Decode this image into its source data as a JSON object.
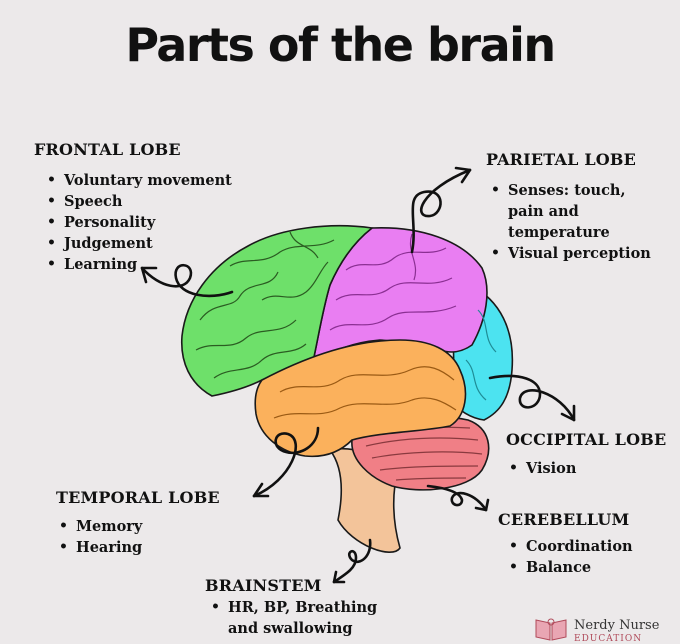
{
  "title": "Parts of the brain",
  "regions": {
    "frontal": {
      "name": "FRONTAL LOBE",
      "items": [
        "Voluntary movement",
        "Speech",
        "Personality",
        "Judgement",
        "Learning"
      ],
      "color": "#6ee06a"
    },
    "parietal": {
      "name": "PARIETAL LOBE",
      "items": [
        "Senses: touch,",
        "pain and",
        "temperature",
        "Visual perception"
      ],
      "color": "#e97ef2"
    },
    "occipital": {
      "name": "OCCIPITAL LOBE",
      "items": [
        "Vision"
      ],
      "color": "#4ce3f0"
    },
    "temporal": {
      "name": "TEMPORAL LOBE",
      "items": [
        "Memory",
        "Hearing"
      ],
      "color": "#fbb15c"
    },
    "cerebellum": {
      "name": "CEREBELLUM",
      "items": [
        "Coordination",
        "Balance"
      ],
      "color": "#f07f86"
    },
    "brainstem": {
      "name": "BRAINSTEM",
      "items": [
        "HR, BP, Breathing",
        "and swallowing"
      ],
      "color": "#f3c49a"
    }
  },
  "logo": {
    "text": "Nerdy Nurse",
    "sub": "EDUCATION"
  }
}
